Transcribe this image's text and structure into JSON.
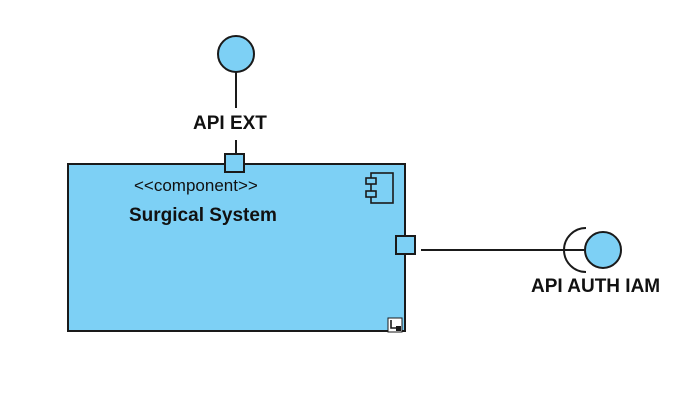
{
  "diagram": {
    "component": {
      "stereotype": "<<component>>",
      "name": "Surgical System",
      "icon": "component-icon",
      "resize_handle_icon": "resize-handle-icon"
    },
    "provided_interface": {
      "label": "API EXT"
    },
    "required_interface": {
      "label": "API AUTH IAM"
    },
    "colors": {
      "fill": "#7dd0f5",
      "stroke": "#1a1a1a",
      "background": "#ffffff"
    }
  }
}
